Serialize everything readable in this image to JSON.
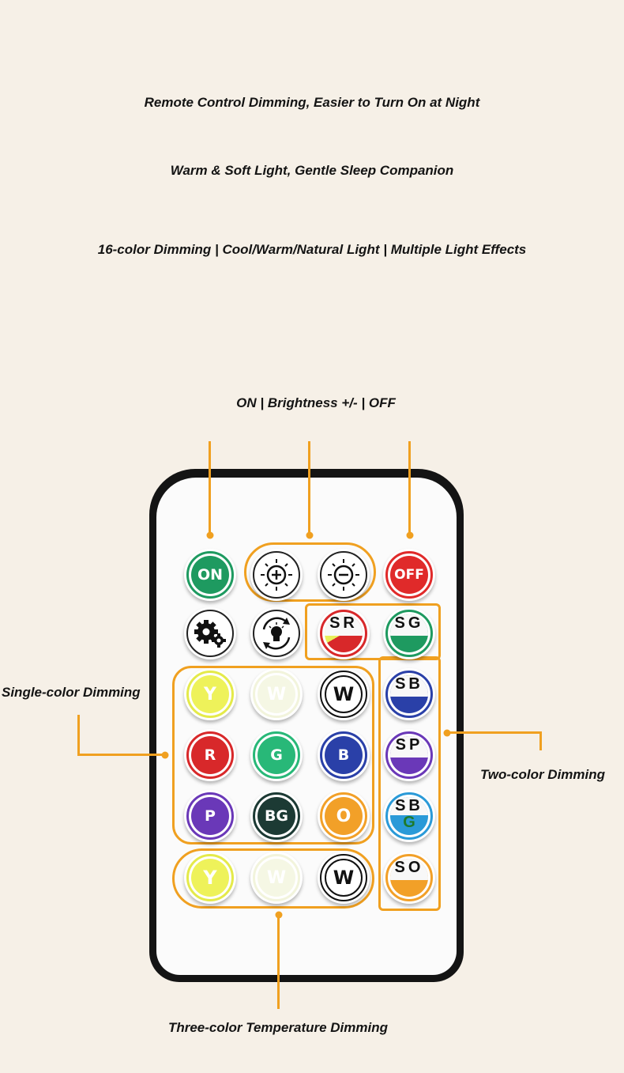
{
  "headlines": {
    "line1": "Remote Control Dimming, Easier to Turn On at Night",
    "line2": "Warm & Soft Light, Gentle Sleep Companion",
    "line3": "16-color Dimming | Cool/Warm/Natural Light | Multiple Light Effects"
  },
  "callouts": {
    "top": "ON | Brightness +/- | OFF",
    "left": "Single-color Dimming",
    "right": "Two-color Dimming",
    "bottom": "Three-color Temperature Dimming"
  },
  "buttons": {
    "on": "ON",
    "off": "OFF",
    "yellow": "Y",
    "warm": "W",
    "white": "W",
    "red": "R",
    "green": "G",
    "blue": "B",
    "purple": "P",
    "blue_green": "BG",
    "orange": "O",
    "ct_yellow": "Y",
    "ct_warm": "W",
    "ct_white": "W",
    "sr": "SR",
    "sg": "SG",
    "sb": "SB",
    "sp": "SP",
    "sbg": "SB",
    "sbg_sub": "G",
    "so": "SO"
  },
  "colors": {
    "accent": "#f0a020",
    "on_green": "#1e9a60",
    "off_red": "#e02a2a",
    "red": "#d8282a",
    "green": "#28b878",
    "blue": "#2a40a8",
    "purple": "#6a38b8",
    "blue_green": "#1c3a34",
    "orange": "#f2a028",
    "yellow": "#eef25a"
  }
}
